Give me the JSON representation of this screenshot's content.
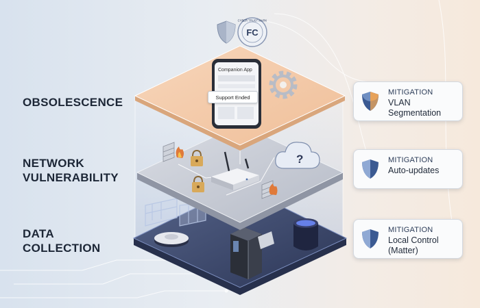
{
  "layers": [
    {
      "label": "OBSOLESCENCE"
    },
    {
      "label_lines": [
        "NETWORK",
        "VULNERABILITY"
      ]
    },
    {
      "label_lines": [
        "DATA",
        "COLLECTION"
      ]
    }
  ],
  "mitigations": [
    {
      "heading": "MITIGATION",
      "text": "VLAN Segmentation"
    },
    {
      "heading": "MITIGATION",
      "text": "Auto-updates"
    },
    {
      "heading": "MITIGATION",
      "text": "Local Control (Matter)"
    }
  ],
  "phone": {
    "app_title": "Companion App",
    "status_chip": "Support Ended"
  },
  "badge": {
    "logo": "FC",
    "ring_text": "CYBER TRUST MARK"
  },
  "icons": [
    "fcc-badge-icon",
    "shield-icon",
    "gear-icon",
    "smartphone-icon",
    "firewall-icon",
    "padlock-icon",
    "router-icon",
    "cloud-question-icon",
    "robot-vacuum-icon",
    "smart-fridge-icon",
    "smart-speaker-icon",
    "floorplan-icon"
  ],
  "colors": {
    "top_layer": "#f3c9a8",
    "middle_layer": "#c9cdd6",
    "bottom_layer": "#3c4a6e",
    "accent": "#4d6faa",
    "warning": "#e08a3c",
    "label": "#1c2636"
  }
}
